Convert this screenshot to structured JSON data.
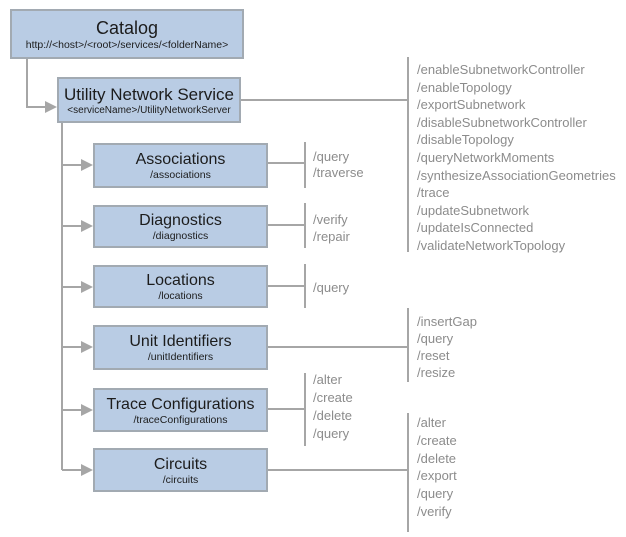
{
  "colors": {
    "box_fill": "#b9cce4",
    "box_border": "#a2aab2",
    "connector": "#a6a6a6",
    "operation_text": "#8c8c8c",
    "node_text": "#1c1c1c"
  },
  "nodes": {
    "catalog": {
      "title": "Catalog",
      "subtitle": "http://<host>/<root>/services/<folderName>"
    },
    "service": {
      "title": "Utility Network Service",
      "subtitle": "<serviceName>/UtilityNetworkServer"
    },
    "children": [
      {
        "title": "Associations",
        "subtitle": "/associations"
      },
      {
        "title": "Diagnostics",
        "subtitle": "/diagnostics"
      },
      {
        "title": "Locations",
        "subtitle": "/locations"
      },
      {
        "title": "Unit Identifiers",
        "subtitle": "/unitIdentifiers"
      },
      {
        "title": "Trace Configurations",
        "subtitle": "/traceConfigurations"
      },
      {
        "title": "Circuits",
        "subtitle": "/circuits"
      }
    ]
  },
  "operations": {
    "service": [
      "/enableSubnetworkController",
      "/enableTopology",
      "/exportSubnetwork",
      "/disableSubnetworkController",
      "/disableTopology",
      "/queryNetworkMoments",
      "/synthesizeAssociationGeometries",
      "/trace",
      "/updateSubnetwork",
      "/updateIsConnected",
      "/validateNetworkTopology"
    ],
    "associations": [
      "/query",
      "/traverse"
    ],
    "diagnostics": [
      "/verify",
      "/repair"
    ],
    "locations": [
      "/query"
    ],
    "unit_identifiers": [
      "/insertGap",
      "/query",
      "/reset",
      "/resize"
    ],
    "trace_configurations": [
      "/alter",
      "/create",
      "/delete",
      "/query"
    ],
    "circuits": [
      "/alter",
      "/create",
      "/delete",
      "/export",
      "/query",
      "/verify"
    ]
  }
}
